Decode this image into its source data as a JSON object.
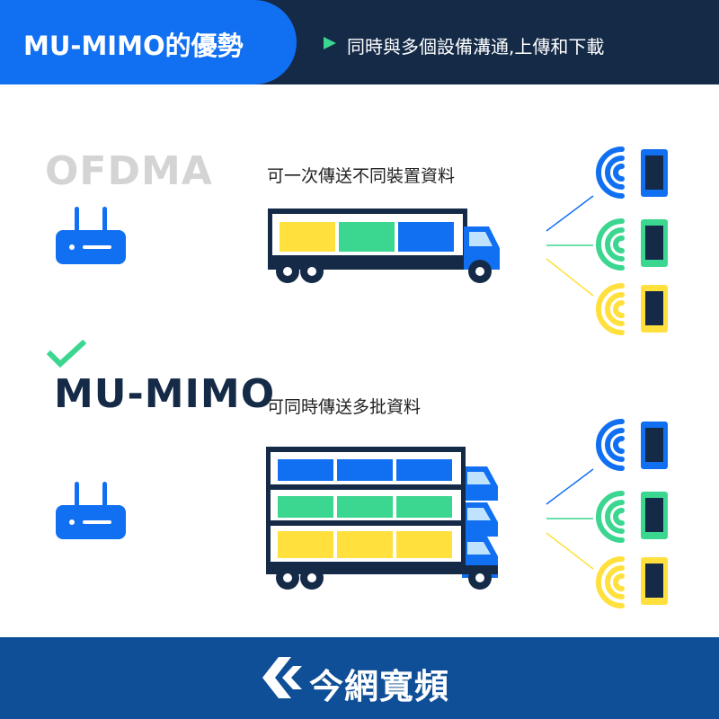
{
  "header": {
    "title": "MU-MIMO的優勢",
    "subtitle": "同時與多個設備溝通,上傳和下載"
  },
  "ofdma": {
    "label": "OFDMA",
    "description": "可一次傳送不同裝置資料"
  },
  "mumimo": {
    "label": "MU-MIMO",
    "description": "可同時傳送多批資料"
  },
  "footer": {
    "brand": "今網寬頻"
  },
  "colors": {
    "header_bg": "#142a47",
    "title_bg": "#1170f2",
    "footer_bg": "#0f4f97",
    "blue": "#1170f2",
    "green": "#3bd68f",
    "yellow": "#ffe03c",
    "navy": "#142a47",
    "check": "#3bd68f"
  },
  "icons": {
    "router": "router-icon",
    "truck": "truck-icon",
    "signal": "wifi-signal-icon",
    "phone": "phone-icon",
    "check": "check-icon",
    "play": "play-icon",
    "logo": "brand-chevron-icon"
  }
}
